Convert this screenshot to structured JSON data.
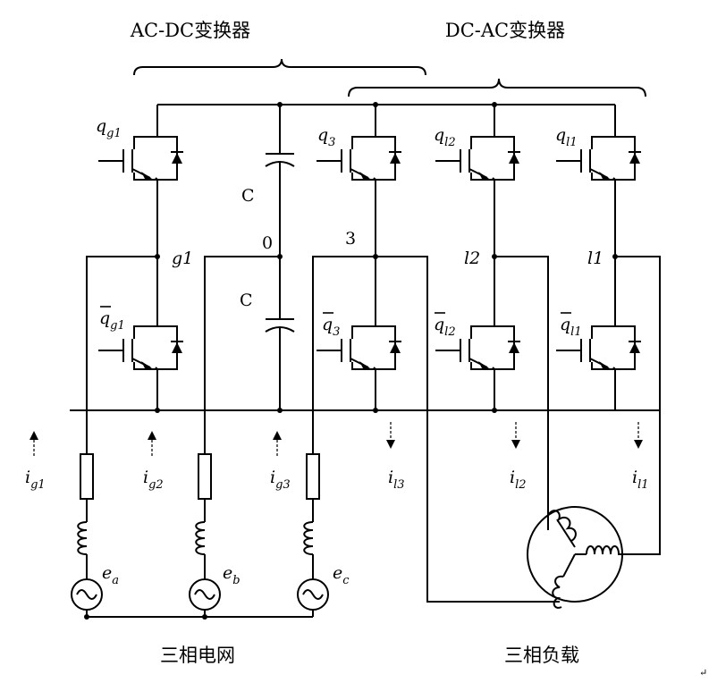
{
  "titles": {
    "ac_dc": "AC-DC变换器",
    "dc_ac": "DC-AC变换器",
    "grid": "三相电网",
    "load": "三相负载"
  },
  "switches": {
    "qg1": {
      "base": "q",
      "sub": "g1"
    },
    "qg1_bar": {
      "base": "q",
      "sub": "g1"
    },
    "q3": {
      "base": "q",
      "sub": "3"
    },
    "q3_bar": {
      "base": "q",
      "sub": "3"
    },
    "ql2": {
      "base": "q",
      "sub": "l2"
    },
    "ql2_bar": {
      "base": "q",
      "sub": "l2"
    },
    "ql1": {
      "base": "q",
      "sub": "l1"
    },
    "ql1_bar": {
      "base": "q",
      "sub": "l1"
    }
  },
  "capacitors": {
    "upper": "C",
    "lower": "C"
  },
  "nodes": {
    "g1": "g1",
    "zero": "0",
    "three": "3",
    "l2": "l2",
    "l1": "l1"
  },
  "currents": {
    "ig1": {
      "base": "i",
      "sub": "g1"
    },
    "ig2": {
      "base": "i",
      "sub": "g2"
    },
    "ig3": {
      "base": "i",
      "sub": "g3"
    },
    "il3": {
      "base": "i",
      "sub": "l3"
    },
    "il2": {
      "base": "i",
      "sub": "l2"
    },
    "il1": {
      "base": "i",
      "sub": "l1"
    }
  },
  "sources": {
    "ea": {
      "base": "e",
      "sub": "a"
    },
    "eb": {
      "base": "e",
      "sub": "b"
    },
    "ec": {
      "base": "e",
      "sub": "c"
    }
  },
  "corner_mark": "↵"
}
